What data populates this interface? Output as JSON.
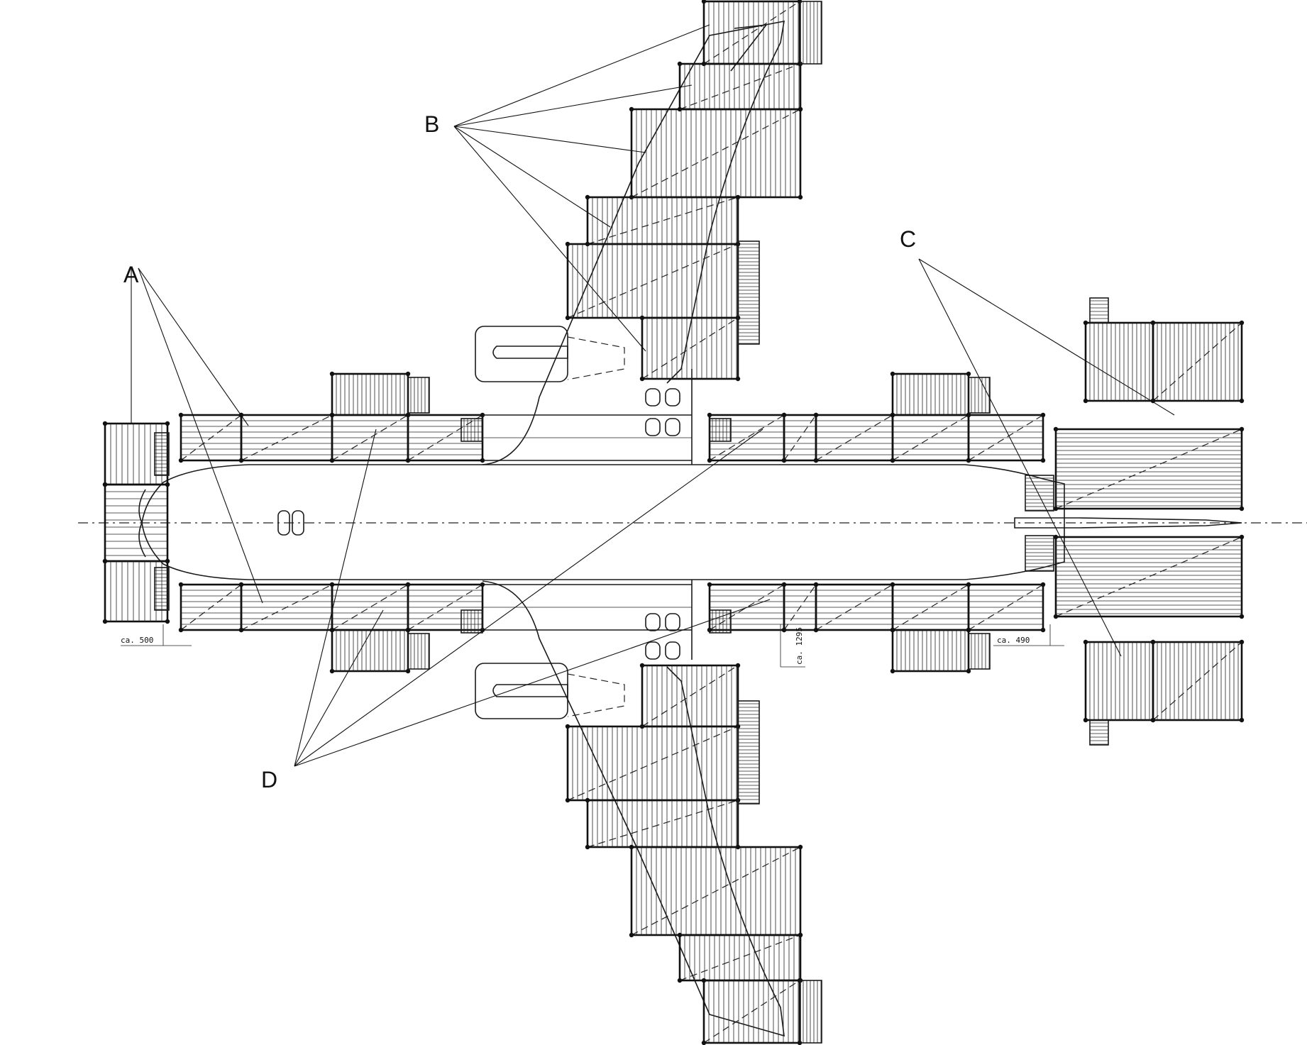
{
  "callouts": [
    {
      "id": "A",
      "label": "A"
    },
    {
      "id": "B",
      "label": "B"
    },
    {
      "id": "C",
      "label": "C"
    },
    {
      "id": "D",
      "label": "D"
    }
  ],
  "dimensions": [
    {
      "id": "dim-left",
      "text": "ca. 500"
    },
    {
      "id": "dim-mid",
      "text": "ca. 1295"
    },
    {
      "id": "dim-right",
      "text": "ca. 490"
    }
  ],
  "colors": {
    "ink": "#111111",
    "paper": "#ffffff"
  }
}
